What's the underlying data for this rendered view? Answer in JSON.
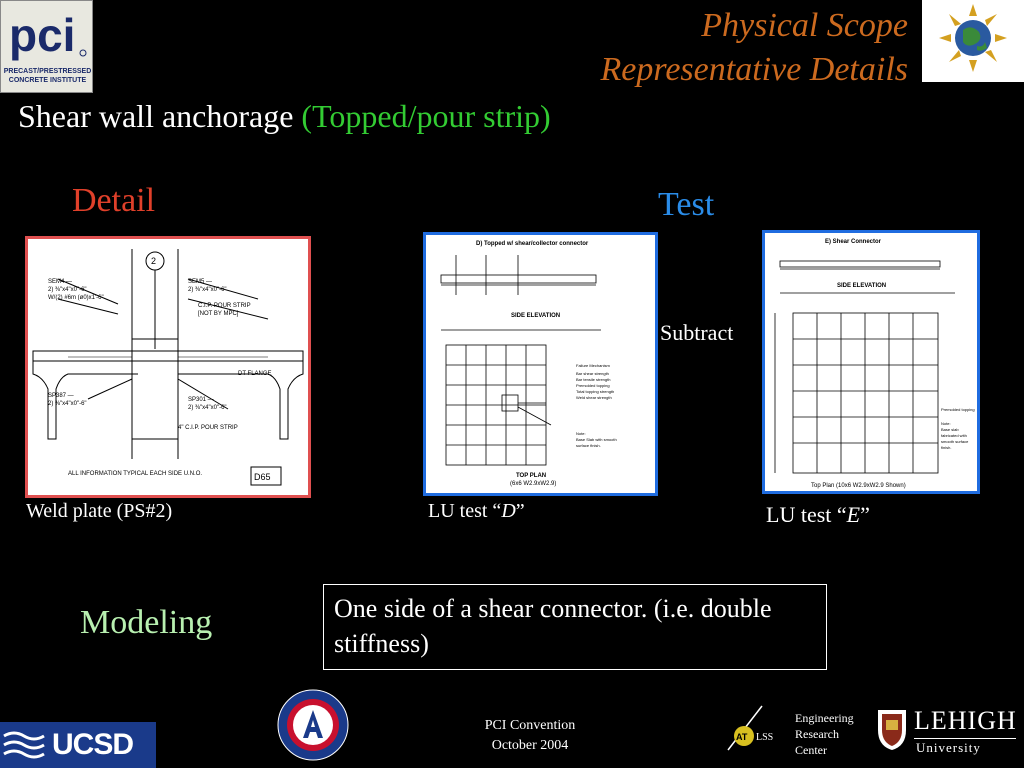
{
  "header": {
    "title_line1": "Physical Scope",
    "title_line2": "Representative Details",
    "pci_logo_text": "pci",
    "pci_logo_subtext": "PRECAST/PRESTRESSED CONCRETE INSTITUTE"
  },
  "subtitle": {
    "main": "Shear wall anchorage",
    "highlight": "(Topped/pour strip)"
  },
  "labels": {
    "detail": "Detail",
    "test": "Test",
    "subtract": "Subtract",
    "modeling": "Modeling"
  },
  "captions": {
    "weld_plate": "Weld plate (PS#2)",
    "lu_test_d_prefix": "LU test “",
    "lu_test_d_letter": "D",
    "lu_test_d_suffix": "”",
    "lu_test_e_prefix": "LU test “",
    "lu_test_e_letter": "E",
    "lu_test_e_suffix": "”"
  },
  "drawings": {
    "detail_tag": "D65",
    "detail_marker": "2",
    "detail_note": "ALL INFORMATION TYPICAL EACH SIDE U.N.O.",
    "test_d_title": "D) Topped w/ shear/collector connector",
    "test_d_side": "SIDE ELEVATION",
    "test_d_plan": "TOP PLAN",
    "test_d_plan_sub": "(6x6 W2.9xW2.9)",
    "test_e_title": "E) Shear Connector",
    "test_e_side": "SIDE ELEVATION",
    "test_e_plan": "Top Plan (10x6 W2.9xW2.9 Shown)"
  },
  "modeling_box": "One side of a shear connector. (i.e. double stiffness)",
  "footer": {
    "ucsd": "UCSD",
    "convention_line1": "PCI Convention",
    "convention_line2": "October 2004",
    "erc_line1": "Engineering",
    "erc_line2": "Research",
    "erc_line3": "Center",
    "atlss": "ATLSS",
    "lehigh": "LEHIGH",
    "lehigh_sub": "University"
  },
  "colors": {
    "title": "#cc6a1f",
    "highlight": "#33cc33",
    "detail": "#e0402a",
    "test": "#2a8ce8",
    "modeling": "#b8f0b0"
  }
}
